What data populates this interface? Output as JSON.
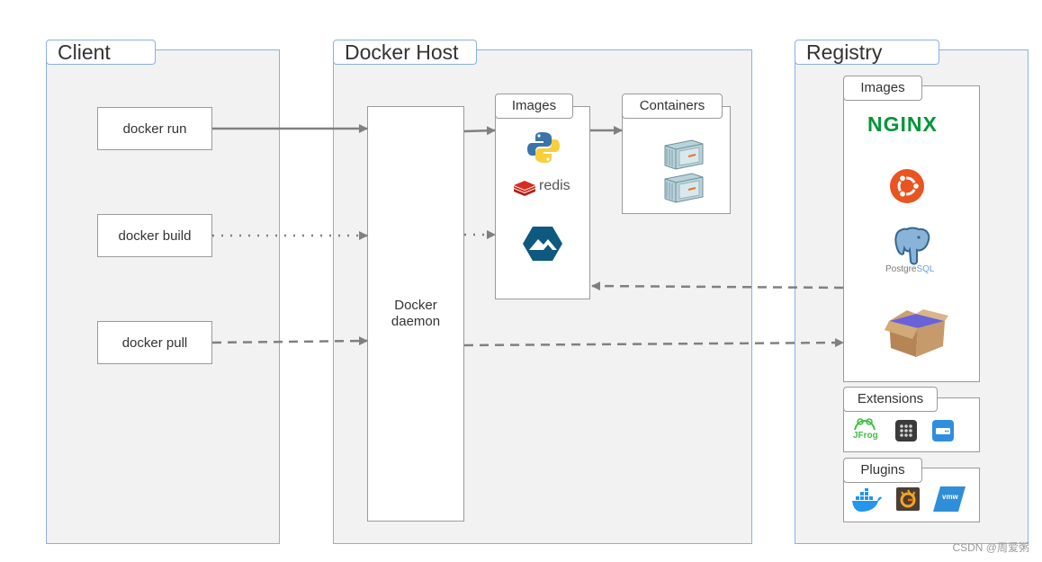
{
  "panels": {
    "client": "Client",
    "host": "Docker Host",
    "registry": "Registry"
  },
  "client": {
    "commands": [
      "docker run",
      "docker build",
      "docker pull"
    ]
  },
  "host": {
    "daemon_line1": "Docker",
    "daemon_line2": "daemon",
    "images_tab": "Images",
    "containers_tab": "Containers",
    "images": [
      "python-icon",
      "redis-icon",
      "alpine-icon"
    ],
    "redis_label": "redis",
    "containers": [
      "container-icon",
      "container-icon"
    ]
  },
  "registry": {
    "images_tab": "Images",
    "extensions_tab": "Extensions",
    "plugins_tab": "Plugins",
    "nginx_label": "NGINX",
    "postgres_label_a": "Postgre",
    "postgres_label_b": "SQL",
    "jfrog_label": "JFrog",
    "vmw_label": "vmw",
    "images": [
      "nginx-logo",
      "ubuntu-logo",
      "postgresql-logo",
      "cardboard-box-icon"
    ],
    "extensions": [
      "jfrog-logo",
      "dots-grid-icon",
      "storage-icon"
    ],
    "plugins": [
      "docker-whale-icon",
      "grafana-icon",
      "vmware-icon"
    ]
  },
  "watermark": "CSDN @周爱粥",
  "colors": {
    "panel_fill": "#f2f2f2",
    "panel_border": "#8ab0e6",
    "arrow": "#808080",
    "nginx": "#009639",
    "ubuntu": "#e95420",
    "postgres": "#336791",
    "redis": "#d82c20"
  }
}
